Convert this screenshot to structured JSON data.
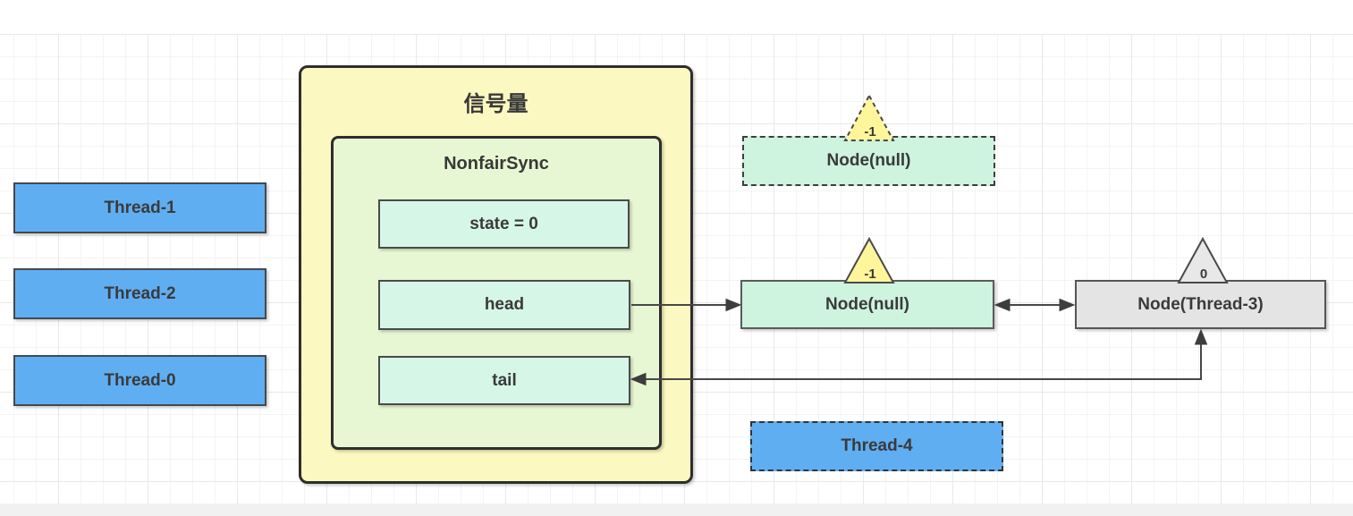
{
  "diagram": {
    "title": "信号量",
    "semaphore": {
      "sync_title": "NonfairSync",
      "state_label": "state = 0",
      "head_label": "head",
      "tail_label": "tail"
    },
    "threads_left": [
      {
        "label": "Thread-1"
      },
      {
        "label": "Thread-2"
      },
      {
        "label": "Thread-0"
      }
    ],
    "waiting_thread": {
      "label": "Thread-4"
    },
    "queue": {
      "shadow_node": {
        "label": "Node(null)",
        "wait_status": "-1"
      },
      "head_node": {
        "label": "Node(null)",
        "wait_status": "-1"
      },
      "tail_node": {
        "label": "Node(Thread-3)",
        "wait_status": "0"
      }
    },
    "colors": {
      "thread_blue": "#60aef2",
      "semaphore_yellow": "#fbf9c1",
      "sync_green": "#e8f7d3",
      "field_mint": "#d6f6e8",
      "node_mint": "#cef3de",
      "node_gray": "#e4e4e4",
      "triangle_yellow": "#fff69b",
      "triangle_gray": "#e8e8e8",
      "border_dark": "#2e2e2e",
      "arrow": "#474747",
      "text": "#3a3a3a"
    }
  }
}
